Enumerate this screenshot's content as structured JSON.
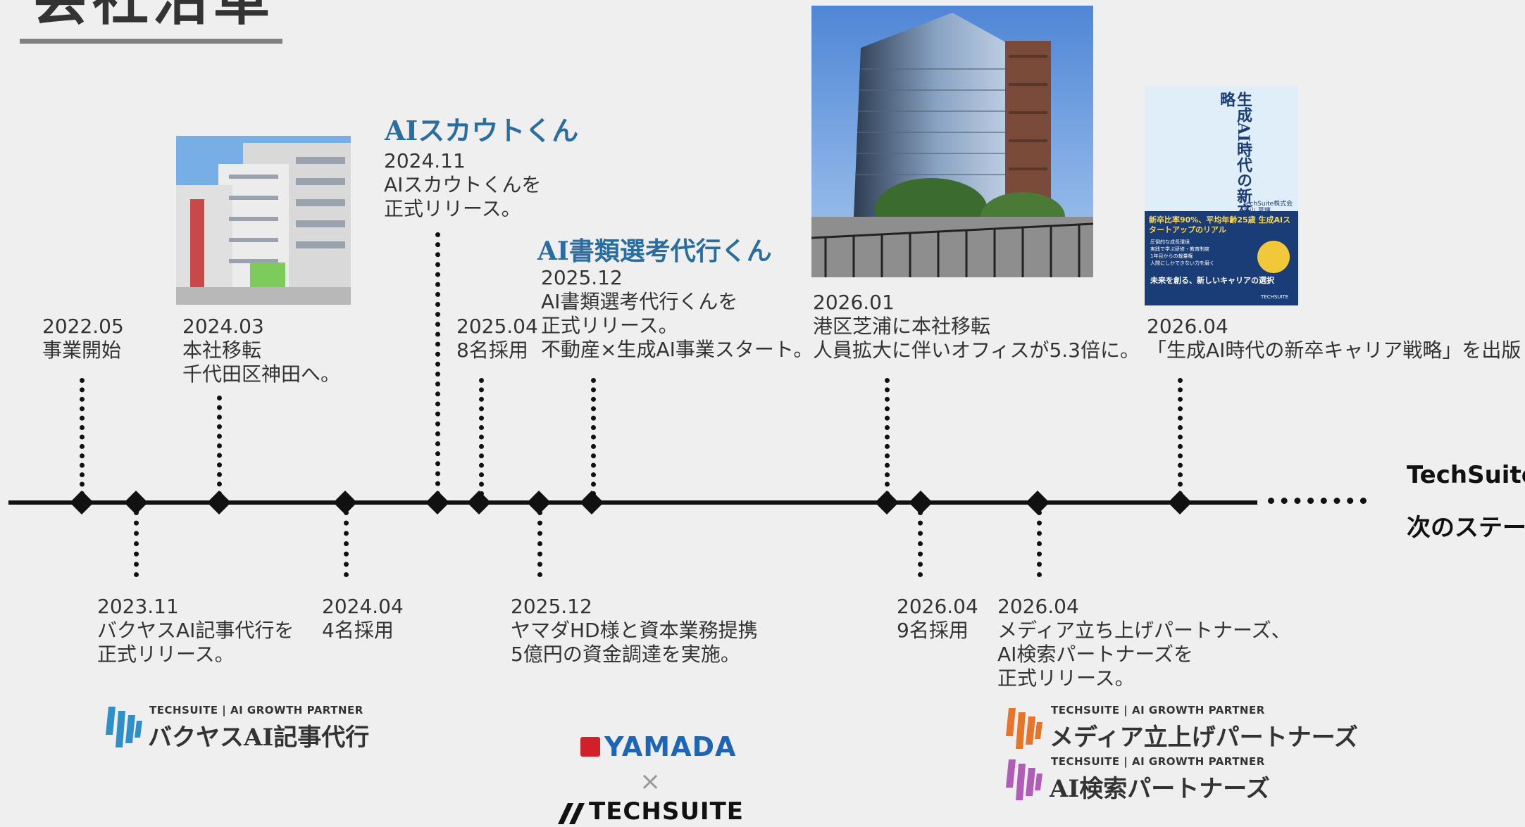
{
  "page": {
    "title": "会社沿革"
  },
  "product_titles": {
    "ai_scout": "AIスカウトくん",
    "ai_screening": "AI書類選考代行くん"
  },
  "events_top": [
    {
      "date": "2022.05",
      "lines": [
        "事業開始"
      ]
    },
    {
      "date": "2024.03",
      "lines": [
        "本社移転",
        "千代田区神田へ。"
      ]
    },
    {
      "date": "2024.11",
      "lines": [
        "AIスカウトくんを",
        "正式リリース。"
      ]
    },
    {
      "date": "2025.04",
      "lines": [
        "8名採用"
      ]
    },
    {
      "date": "2025.12",
      "lines": [
        "AI書類選考代行くんを",
        "正式リリース。",
        "不動産×生成AI事業スタート。"
      ]
    },
    {
      "date": "2026.01",
      "lines": [
        "港区芝浦に本社移転",
        "人員拡大に伴いオフィスが5.3倍に。"
      ]
    },
    {
      "date": "2026.04",
      "lines": [
        "「生成AI時代の新卒キャリア戦略」を出版"
      ]
    }
  ],
  "events_bottom": [
    {
      "date": "2023.11",
      "lines": [
        "バクヤスAI記事代行を",
        "正式リリース。"
      ]
    },
    {
      "date": "2024.04",
      "lines": [
        "4名採用"
      ]
    },
    {
      "date": "2025.12",
      "lines": [
        "ヤマダHD様と資本業務提携",
        "5億円の資金調達を実施。"
      ]
    },
    {
      "date": "2026.04",
      "lines": [
        "9名採用"
      ]
    },
    {
      "date": "2026.04",
      "lines": [
        "メディア立ち上げパートナーズ、",
        "AI検索パートナーズを",
        "正式リリース。"
      ]
    }
  ],
  "next_step": {
    "line1": "TechSuite",
    "line2": "次のステー"
  },
  "book": {
    "title": "生成AI時代の新卒キャリア戦略",
    "publisher": "TechSuite株式会社",
    "author": "畠山 夏輝",
    "tagline": "新卒比率90%、平均年齢25歳 生成AIスタートアップのリアル",
    "bullets": [
      "圧倒的な成長環境",
      "実践で学ぶ研修・教育制度",
      "1年目からの裁量権",
      "人間にしかできない力を磨く"
    ],
    "footer": "未来を創る、新しいキャリアの選択",
    "brand": "TECHSUITE"
  },
  "logos": {
    "partner_tag": "TECHSUITE | AI GROWTH PARTNER",
    "bakuyasu": "バクヤスAI記事代行",
    "yamada": "YAMADA",
    "cross": "×",
    "techsuite": "TECHSUITE",
    "media": "メディア立上げパートナーズ",
    "ai_search": "AI検索パートナーズ"
  },
  "colors": {
    "background": "#efefef",
    "product_blue": "#2a6ea0",
    "yamada_blue": "#1e66b5",
    "yamada_red": "#d0202a",
    "bakuyasu_blue": "#2f8fc9",
    "media_orange": "#e8742a",
    "ai_search_purple": "#b05cb8"
  }
}
